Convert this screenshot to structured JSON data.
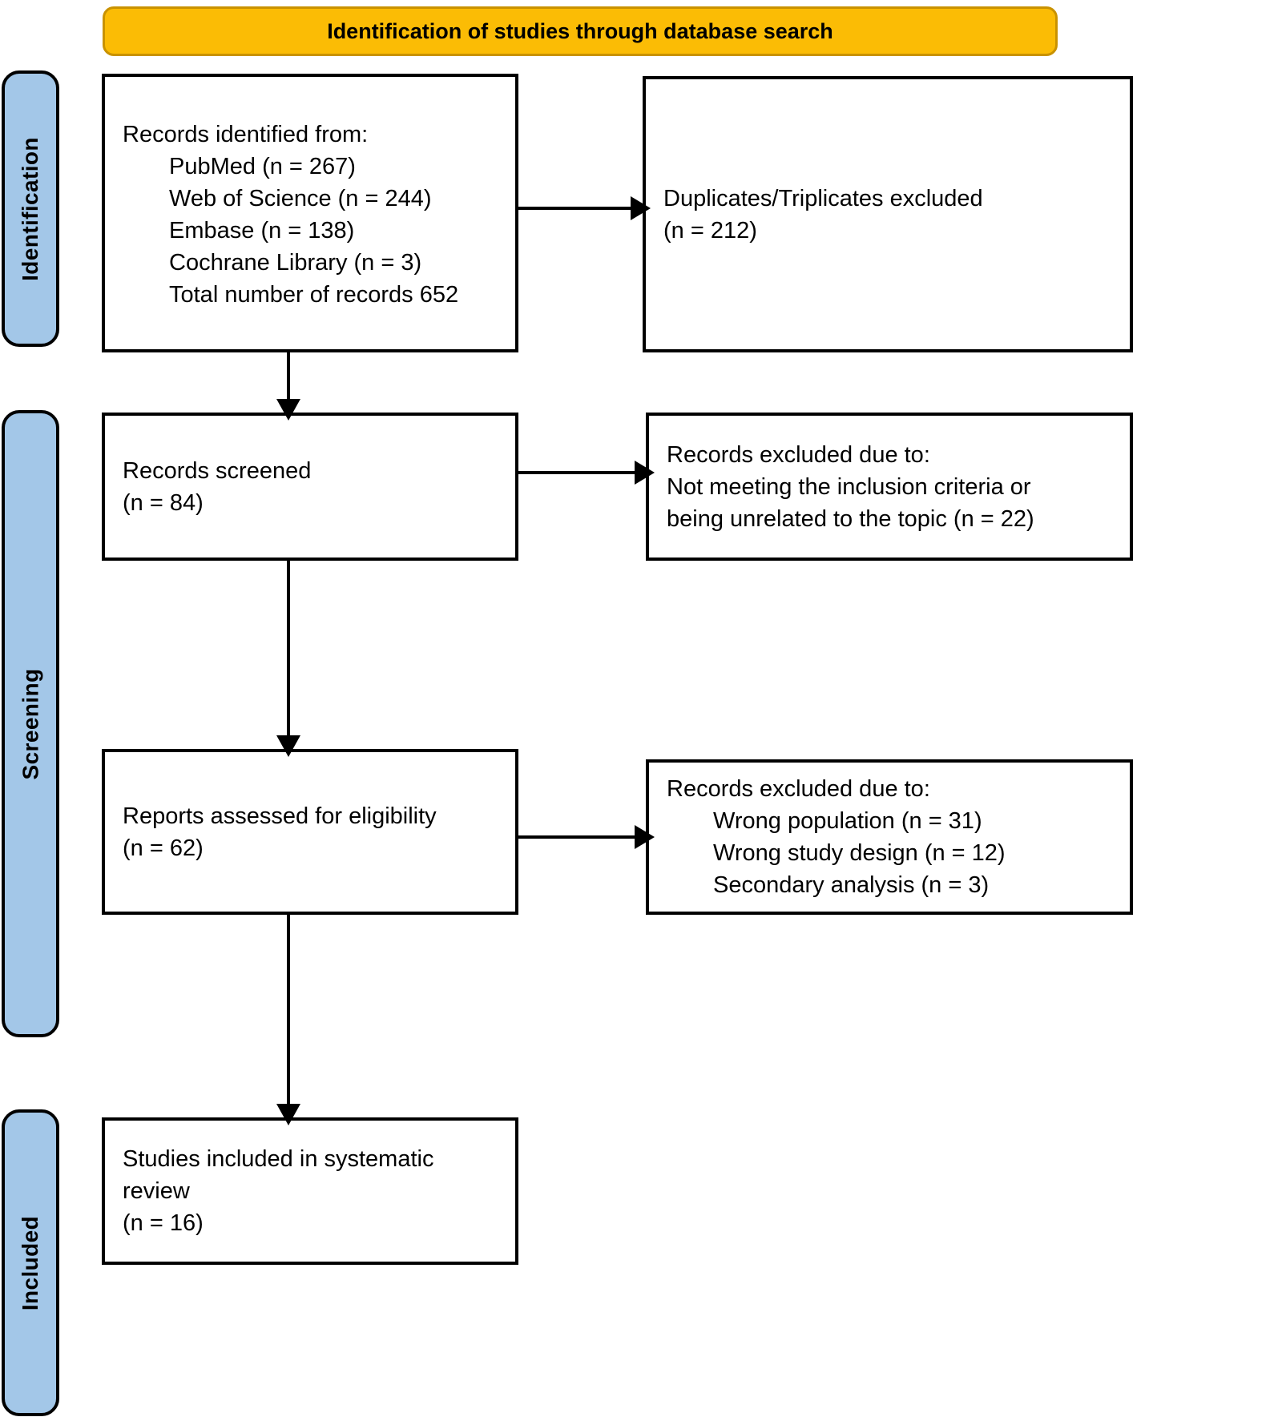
{
  "header": {
    "title": "Identification of studies through database search",
    "fill_color": "#FBBC05",
    "border_color": "#C99200"
  },
  "stages": [
    {
      "id": "identification",
      "label": "Identification",
      "fill_color": "#A3C7E8"
    },
    {
      "id": "screening",
      "label": "Screening",
      "fill_color": "#A3C7E8"
    },
    {
      "id": "included",
      "label": "Included",
      "fill_color": "#A3C7E8"
    }
  ],
  "boxes": {
    "identified": {
      "lines": [
        "Records identified from:",
        "PubMed (n = 267)",
        "Web of Science (n = 244)",
        "Embase (n = 138)",
        "Cochrane Library (n = 3)",
        "Total number of records 652"
      ]
    },
    "duplicates": {
      "lines": [
        "Duplicates/Triplicates excluded",
        "(n = 212)"
      ]
    },
    "screened": {
      "lines": [
        "Records screened",
        "(n = 84)"
      ]
    },
    "excluded_screening": {
      "lines": [
        "Records excluded due to:",
        "Not meeting the inclusion criteria or",
        "being unrelated to the topic (n = 22)"
      ]
    },
    "eligibility": {
      "lines": [
        "Reports assessed for eligibility",
        "(n = 62)"
      ]
    },
    "excluded_eligibility": {
      "lines": [
        "Records excluded due to:",
        "Wrong population (n = 31)",
        "Wrong study design (n = 12)",
        "Secondary analysis (n = 3)"
      ]
    },
    "included": {
      "lines": [
        "Studies included in systematic",
        "review",
        "(n = 16)"
      ]
    }
  },
  "counts": {
    "pubmed": 267,
    "web_of_science": 244,
    "embase": 138,
    "cochrane_library": 3,
    "total_records": 652,
    "duplicates_excluded": 212,
    "records_screened": 84,
    "excluded_screening": 22,
    "reports_assessed": 62,
    "wrong_population": 31,
    "wrong_study_design": 12,
    "secondary_analysis": 3,
    "studies_included": 16
  }
}
